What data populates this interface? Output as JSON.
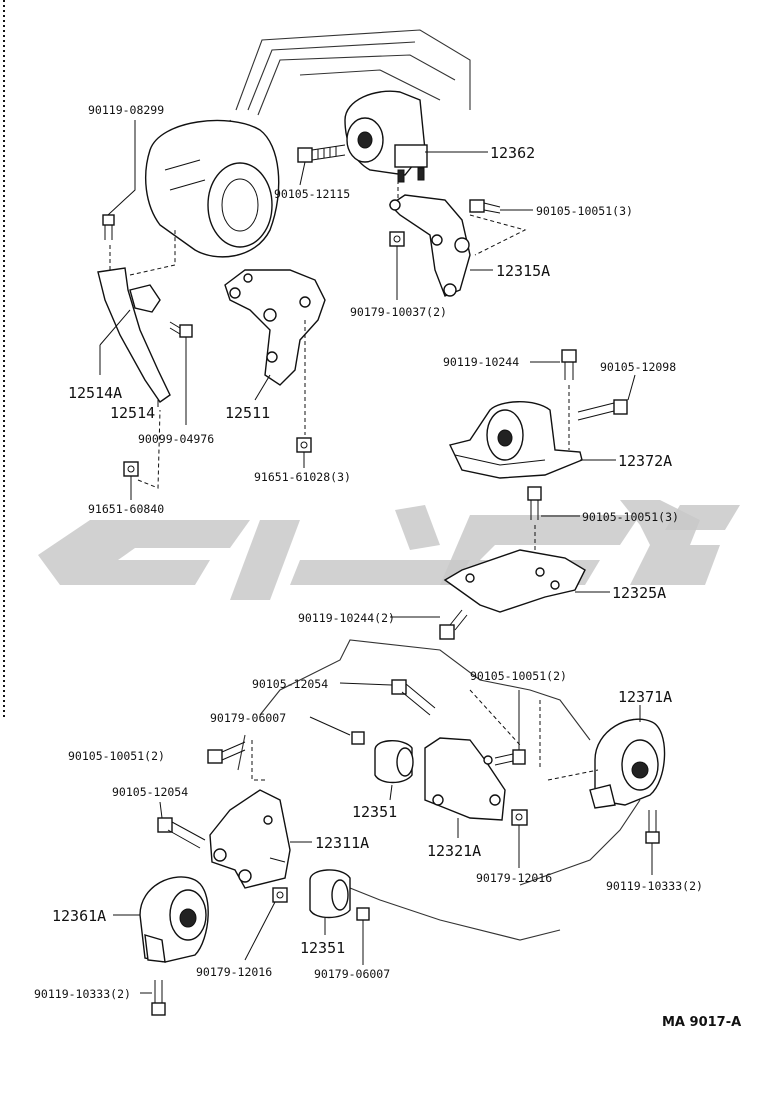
{
  "colors": {
    "line": "#111111",
    "watermark": "#c9c9c9",
    "background": "#ffffff"
  },
  "labels": {
    "p90119_08299": "90119-08299",
    "p12362": "12362",
    "p90105_12115": "90105-12115",
    "p90105_10051_3_top": "90105-10051(3)",
    "p12315A": "12315A",
    "p90179_10037_2": "90179-10037(2)",
    "p12514A": "12514A",
    "p12514": "12514",
    "p12511": "12511",
    "p90099_04976": "90099-04976",
    "p91651_61028_3": "91651-61028(3)",
    "p91651_60840": "91651-60840",
    "p90119_10244": "90119-10244",
    "p90105_12098": "90105-12098",
    "p12372A": "12372A",
    "p90105_10051_3_mid": "90105-10051(3)",
    "p12325A": "12325A",
    "p90119_10244_2": "90119-10244(2)",
    "p90105_12054_a": "90105-12054",
    "p90105_10051_2_right": "90105-10051(2)",
    "p90179_06007_a": "90179-06007",
    "p12371A": "12371A",
    "p90105_10051_2_left": "90105-10051(2)",
    "p12351_a": "12351",
    "p90105_12054_b": "90105-12054",
    "p12311A": "12311A",
    "p12321A": "12321A",
    "p90179_12016_a": "90179-12016",
    "p90119_10333_2_right": "90119-10333(2)",
    "p12361A": "12361A",
    "p12351_b": "12351",
    "p90179_12016_b": "90179-12016",
    "p90179_06007_b": "90179-06007",
    "p90119_10333_2_left": "90119-10333(2)",
    "reference_code": "MA 9017-A"
  }
}
